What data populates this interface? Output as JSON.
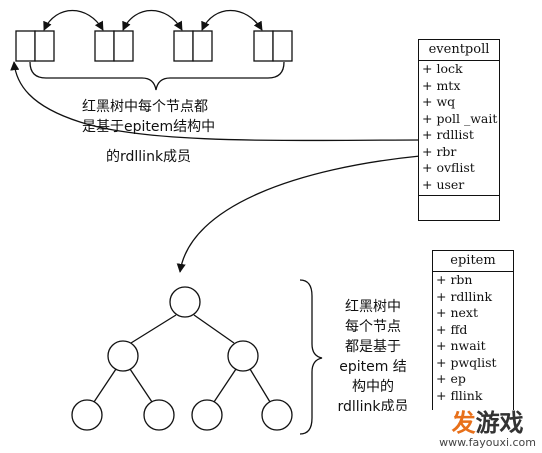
{
  "eventpoll": {
    "title": "eventpoll",
    "fields": [
      "+ lock",
      "+ mtx",
      "+ wq",
      "+ poll _wait",
      "+ rdllist",
      "+ rbr",
      "+ ovflist",
      "+ user"
    ]
  },
  "epitem": {
    "title": "epitem",
    "fields": [
      "+ rbn",
      "+ rdllink",
      "+ next",
      "+ ffd",
      "+ nwait",
      "+ pwqlist",
      "+ ep",
      "+ fllink"
    ]
  },
  "annotations": {
    "top_line1": "红黑树中每个节点都",
    "top_line2": "是基于epitem结构中",
    "top_line3": "的rdllink成员",
    "bottom_lines": [
      "红黑树中",
      "每个节点",
      "都是基于",
      "epitem 结",
      "构中的",
      "rdllink成员"
    ]
  },
  "watermark": {
    "logo_part1": "发",
    "logo_part2": "游戏",
    "url": "www.fayouxi.com"
  },
  "colors": {
    "line": "#111111",
    "brand_orange": "#e8701a"
  }
}
